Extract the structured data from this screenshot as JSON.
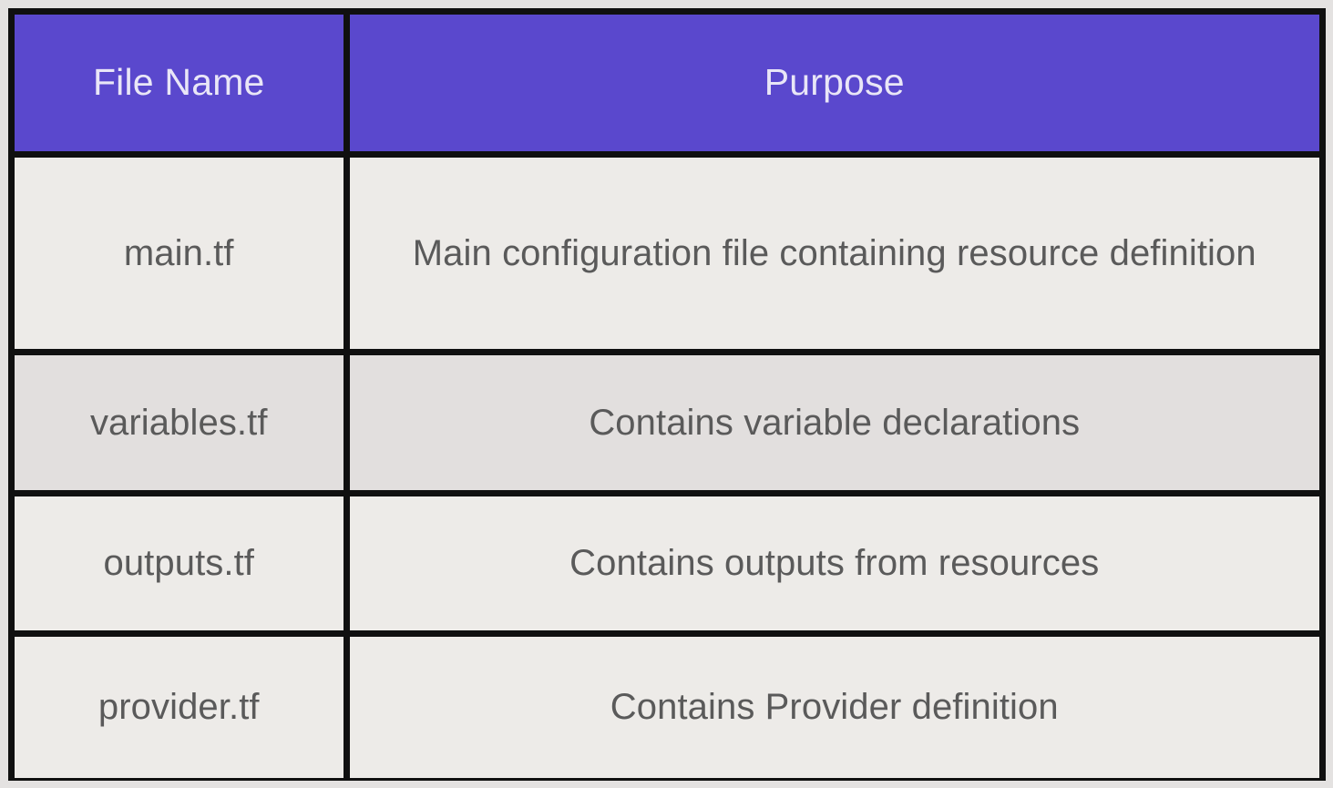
{
  "colors": {
    "header_background": "#5a48cd",
    "header_text": "#e9e6f7",
    "body_text": "#5a5a5a",
    "row_background": "#edebe8",
    "row_background_alt": "#e2dfde",
    "border": "#101010",
    "page_background": "#e4e2e1"
  },
  "table": {
    "columns": [
      {
        "key": "file_name",
        "label": "File Name"
      },
      {
        "key": "purpose",
        "label": "Purpose"
      }
    ],
    "rows": [
      {
        "file_name": "main.tf",
        "purpose": "Main configuration file containing resource definition"
      },
      {
        "file_name": "variables.tf",
        "purpose": "Contains variable declarations"
      },
      {
        "file_name": "outputs.tf",
        "purpose": "Contains outputs from resources"
      },
      {
        "file_name": "provider.tf",
        "purpose": "Contains Provider definition"
      }
    ]
  }
}
